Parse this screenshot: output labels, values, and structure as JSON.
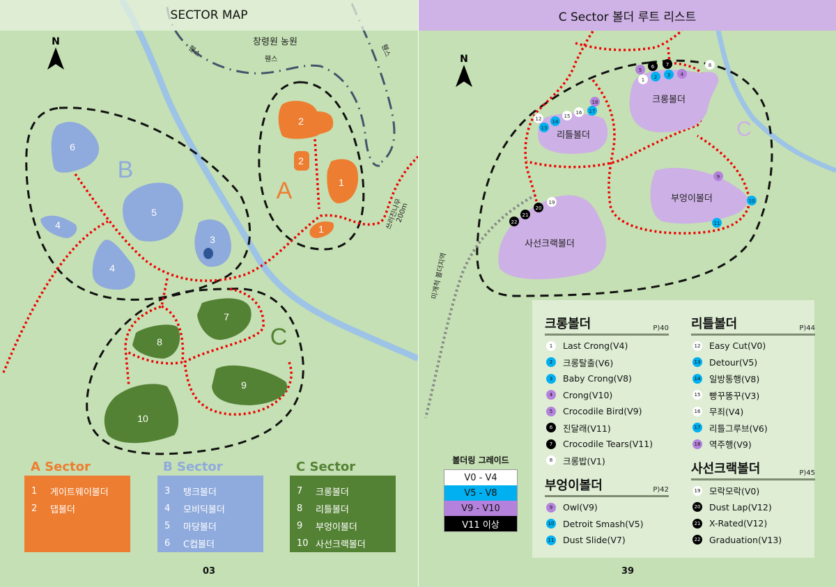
{
  "left_page": {
    "title": "SECTOR MAP",
    "page_number": "03",
    "compass_label": "N",
    "map_labels": {
      "farm": "창령원 농원",
      "fence_1": "휀스",
      "fence_2": "휀스",
      "fence_3": "휀스",
      "trail": "쓰러진나무",
      "trail_distance": "200m",
      "sector_a": "A",
      "sector_b": "B",
      "sector_c": "C"
    },
    "map_boulders": [
      {
        "id": "2",
        "sector": "A"
      },
      {
        "id": "2",
        "sector": "A"
      },
      {
        "id": "1",
        "sector": "A"
      },
      {
        "id": "1",
        "sector": "A"
      },
      {
        "id": "6",
        "sector": "B"
      },
      {
        "id": "5",
        "sector": "B"
      },
      {
        "id": "4",
        "sector": "B"
      },
      {
        "id": "4",
        "sector": "B"
      },
      {
        "id": "3",
        "sector": "B"
      },
      {
        "id": "7",
        "sector": "C"
      },
      {
        "id": "8",
        "sector": "C"
      },
      {
        "id": "9",
        "sector": "C"
      },
      {
        "id": "10",
        "sector": "C"
      }
    ],
    "legend": [
      {
        "title": "A Sector",
        "color": "#ed7d31",
        "items": [
          {
            "num": "1",
            "name": "게이트웨이볼더"
          },
          {
            "num": "2",
            "name": "댑볼더"
          }
        ]
      },
      {
        "title": "B Sector",
        "color": "#8faadc",
        "items": [
          {
            "num": "3",
            "name": "탱크볼더"
          },
          {
            "num": "4",
            "name": "모비딕볼더"
          },
          {
            "num": "5",
            "name": "마당볼더"
          },
          {
            "num": "6",
            "name": "C컵볼더"
          }
        ]
      },
      {
        "title": "C Sector",
        "color": "#548235",
        "items": [
          {
            "num": "7",
            "name": "크롱볼더"
          },
          {
            "num": "8",
            "name": "리틀볼더"
          },
          {
            "num": "9",
            "name": "부엉이볼더"
          },
          {
            "num": "10",
            "name": "사선크랙볼더"
          }
        ]
      }
    ]
  },
  "right_page": {
    "title": "C Sector 볼더 루트 리스트",
    "page_number": "39",
    "compass_label": "N",
    "map_labels": {
      "crong": "크롱볼더",
      "little": "리틀볼더",
      "owl": "부엉이볼더",
      "diagonal": "사선크랙볼더",
      "sector_c": "C",
      "undeveloped": "미개척 볼더지역"
    },
    "grade_legend": {
      "title": "볼더링 그레이드",
      "rows": [
        {
          "label": "V0 - V4",
          "color": "#ffffff",
          "text_color": "#111111"
        },
        {
          "label": "V5 - V8",
          "color": "#00b0f0",
          "text_color": "#111111"
        },
        {
          "label": "V9 - V10",
          "color": "#b482dc",
          "text_color": "#111111"
        },
        {
          "label": "V11 이상",
          "color": "#000000",
          "text_color": "#ffffff"
        }
      ]
    },
    "route_groups": [
      {
        "name": "크롱볼더",
        "page": "P)40",
        "routes": [
          {
            "num": "1",
            "name": "Last Crong(V4)",
            "color": "#ffffff"
          },
          {
            "num": "2",
            "name": "크롱탈출(V6)",
            "color": "#00b0f0"
          },
          {
            "num": "3",
            "name": "Baby Crong(V8)",
            "color": "#00b0f0"
          },
          {
            "num": "4",
            "name": "Crong(V10)",
            "color": "#b482dc"
          },
          {
            "num": "5",
            "name": "Crocodile Bird(V9)",
            "color": "#b482dc"
          },
          {
            "num": "6",
            "name": "진달래(V11)",
            "color": "#000000"
          },
          {
            "num": "7",
            "name": "Crocodile Tears(V11)",
            "color": "#000000"
          },
          {
            "num": "8",
            "name": "크롱밥(V1)",
            "color": "#ffffff"
          }
        ]
      },
      {
        "name": "부엉이볼더",
        "page": "P)42",
        "routes": [
          {
            "num": "9",
            "name": "Owl(V9)",
            "color": "#b482dc"
          },
          {
            "num": "10",
            "name": "Detroit Smash(V5)",
            "color": "#00b0f0"
          },
          {
            "num": "11",
            "name": "Dust Slide(V7)",
            "color": "#00b0f0"
          }
        ]
      },
      {
        "name": "리틀볼더",
        "page": "P)44",
        "routes": [
          {
            "num": "12",
            "name": "Easy Cut(V0)",
            "color": "#ffffff"
          },
          {
            "num": "13",
            "name": "Detour(V5)",
            "color": "#00b0f0"
          },
          {
            "num": "14",
            "name": "일방통행(V8)",
            "color": "#00b0f0"
          },
          {
            "num": "15",
            "name": "빵꾸똥꾸(V3)",
            "color": "#ffffff"
          },
          {
            "num": "16",
            "name": "무죄(V4)",
            "color": "#ffffff"
          },
          {
            "num": "17",
            "name": "리틀그루브(V6)",
            "color": "#00b0f0"
          },
          {
            "num": "18",
            "name": "역주행(V9)",
            "color": "#b482dc"
          }
        ]
      },
      {
        "name": "사선크랙볼더",
        "page": "P)45",
        "routes": [
          {
            "num": "19",
            "name": "모락모락(V0)",
            "color": "#ffffff"
          },
          {
            "num": "20",
            "name": "Dust Lap(V12)",
            "color": "#000000"
          },
          {
            "num": "21",
            "name": "X-Rated(V12)",
            "color": "#000000"
          },
          {
            "num": "22",
            "name": "Graduation(V13)",
            "color": "#000000"
          }
        ]
      }
    ]
  }
}
